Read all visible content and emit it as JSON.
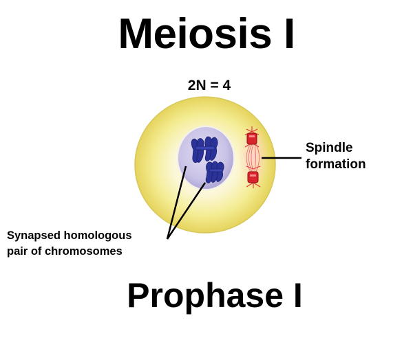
{
  "title": "Meiosis I",
  "ploidy_label": "2N = 4",
  "labels": {
    "spindle": "Spindle\nformation",
    "synapsed": "Synapsed homologous\npair of chromosomes"
  },
  "stage": "Prophase I",
  "colors": {
    "cytoplasm": "#f2ea7a",
    "cytoplasm_edge": "#d9c84a",
    "nucleus": "#c9c2e6",
    "chromosome": "#2a2f9a",
    "spindle": "#d8242a"
  }
}
